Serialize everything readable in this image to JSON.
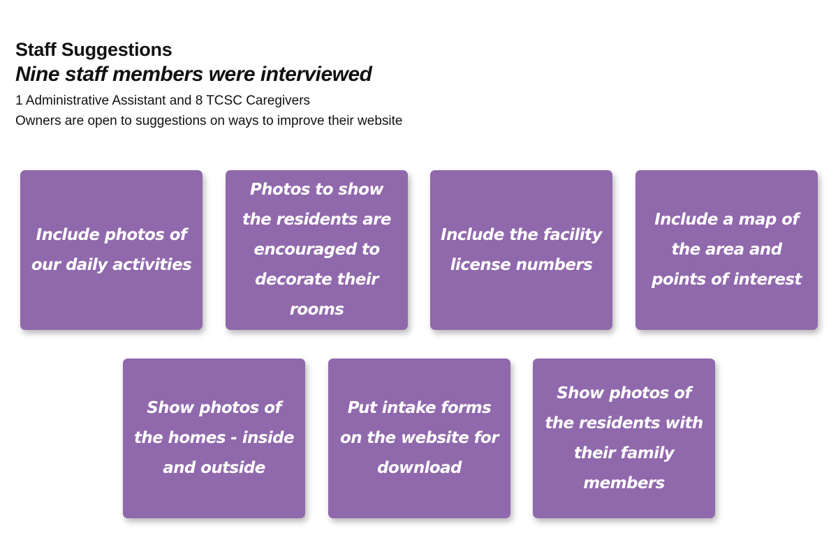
{
  "header": {
    "title": "Staff Suggestions",
    "subtitle": "Nine staff members were interviewed",
    "lines": [
      "1 Administrative Assistant and 8 TCSC Caregivers",
      "Owners are open to suggestions on ways to improve their website"
    ]
  },
  "colors": {
    "card_background": "#9068ac",
    "card_text": "#ffffff"
  },
  "cards": [
    {
      "text": "Include photos of our daily activities"
    },
    {
      "text": "Photos to show the residents are encouraged to decorate their rooms"
    },
    {
      "text": "Include the facility license numbers"
    },
    {
      "text": "Include a map of the area and points of interest"
    },
    {
      "text": "Show photos of the homes - inside and outside"
    },
    {
      "text": "Put intake forms on the website for download"
    },
    {
      "text": "Show photos of the residents with their family members"
    }
  ]
}
